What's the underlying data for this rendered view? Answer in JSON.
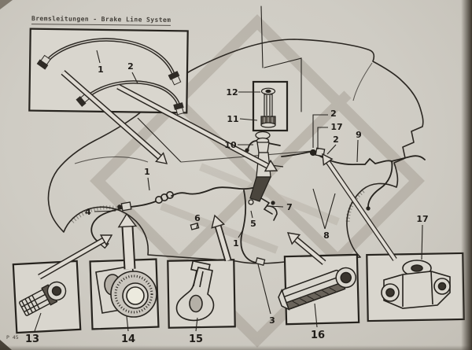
{
  "page": {
    "title": "Bremsleitungen - Brake Line System",
    "page_ref": "P 45"
  },
  "callouts": {
    "n1": "1",
    "n2": "2",
    "n3": "3",
    "n4": "4",
    "n5": "5",
    "n6": "6",
    "n7": "7",
    "n8": "8",
    "n9": "9",
    "n10": "10",
    "n11": "11",
    "n12": "12",
    "n13": "13",
    "n14": "14",
    "n15": "15",
    "n16": "16",
    "n17": "17"
  },
  "colors": {
    "paper": "#cfccc4",
    "ink": "#2b2722",
    "watermark_grey": "#9b968b",
    "inset_box_fill": "#d9d6ce",
    "page_edge_dark": "#3b352c"
  }
}
